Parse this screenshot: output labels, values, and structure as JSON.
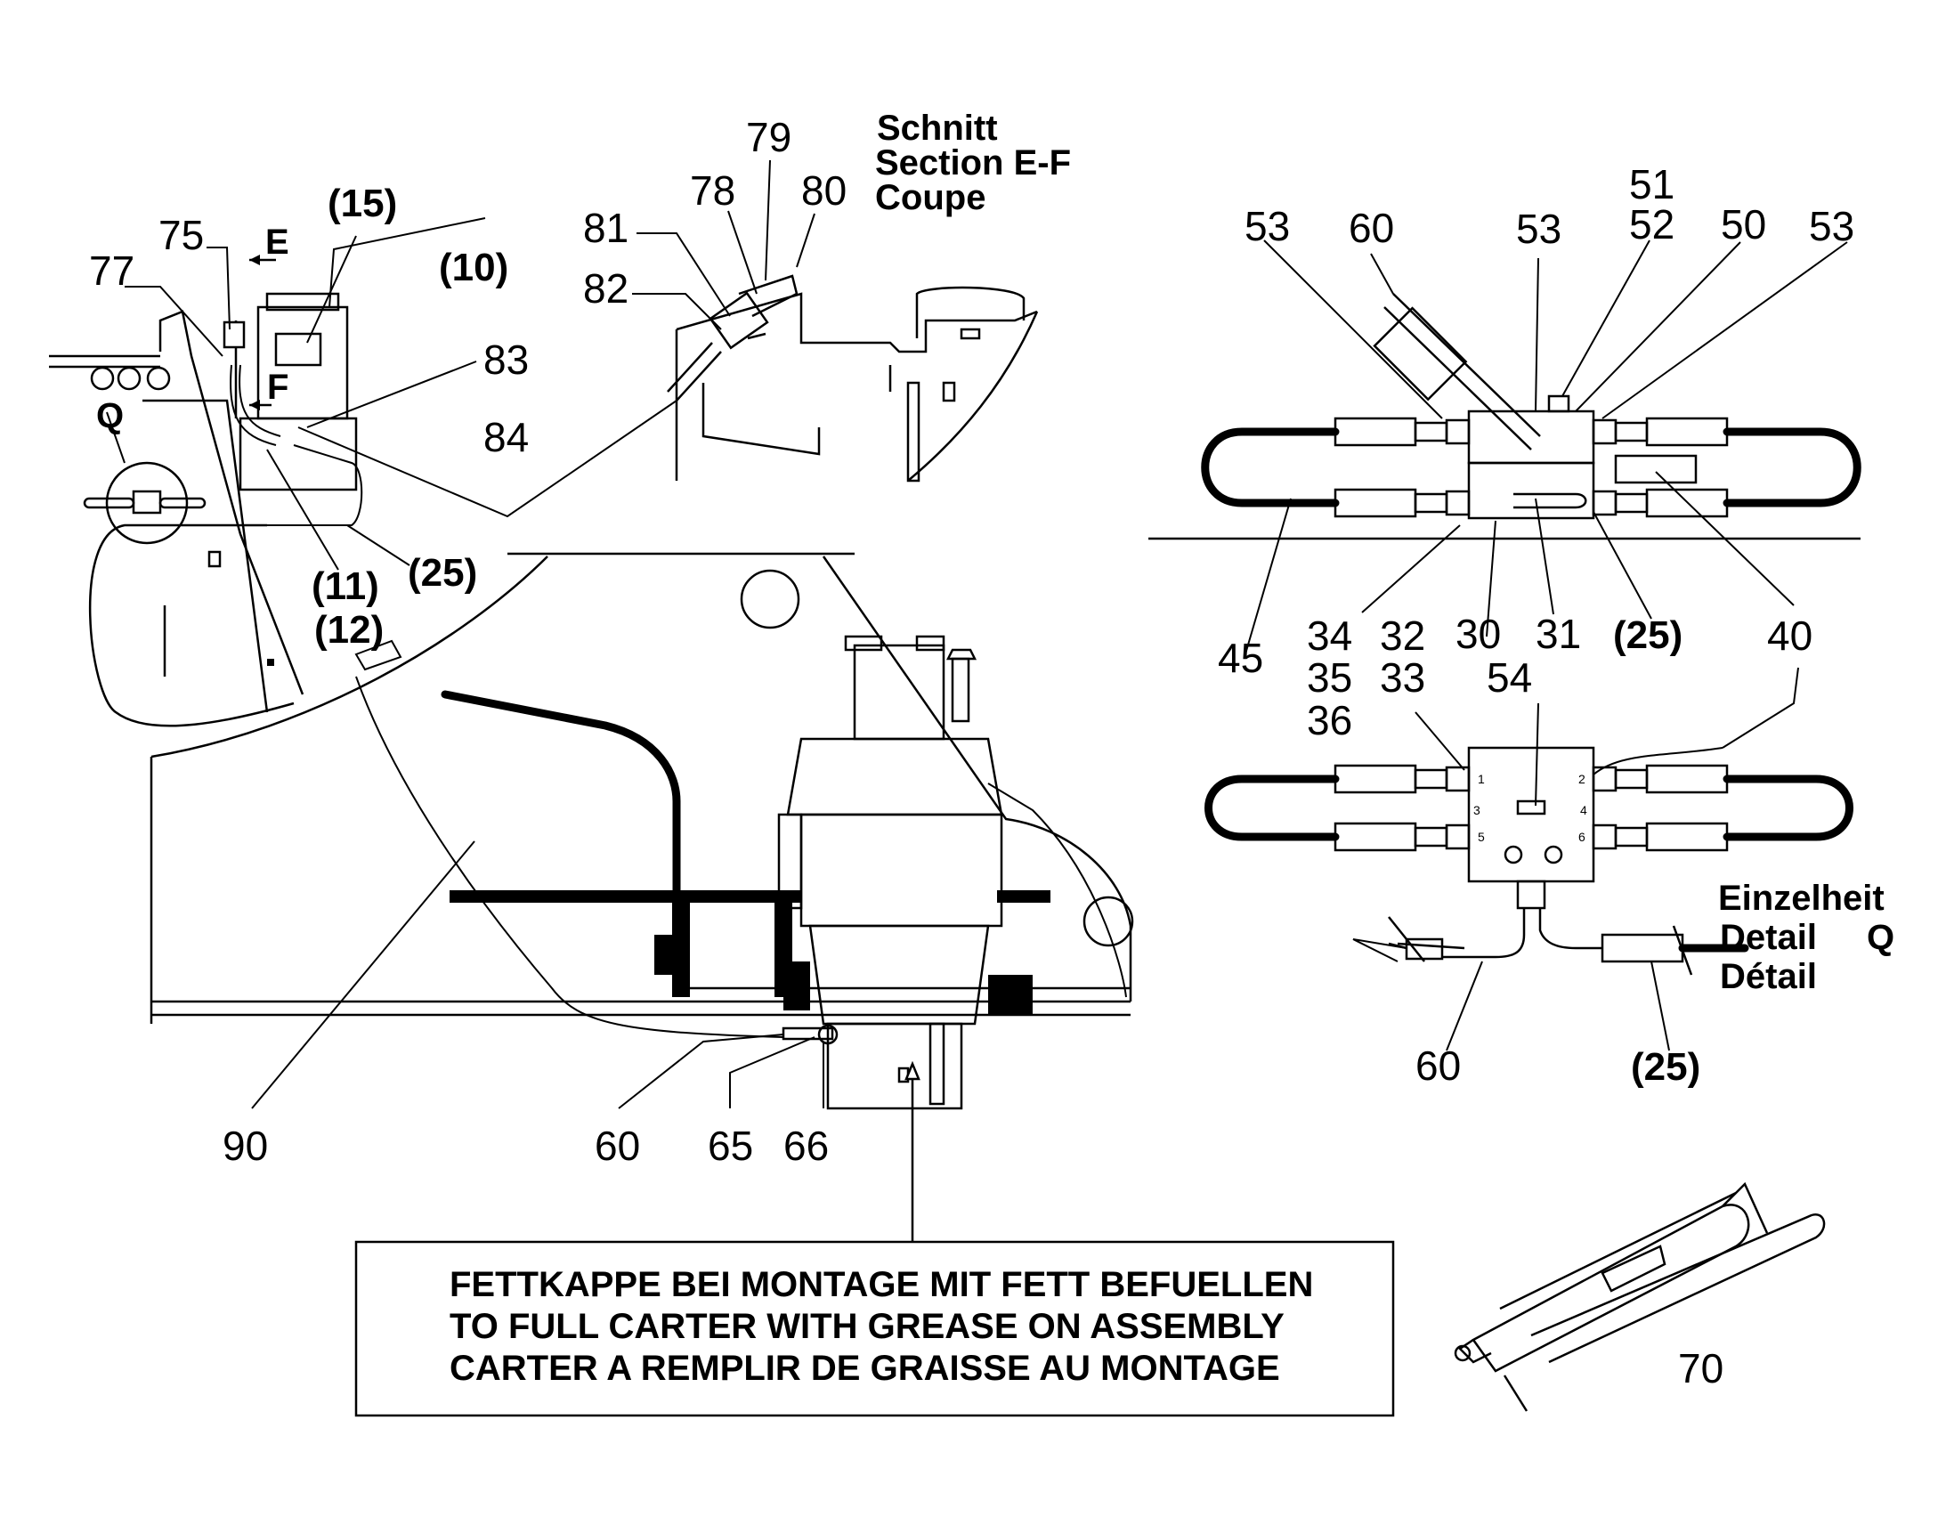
{
  "section_title": [
    "Schnitt",
    "Section E-F",
    "Coupe"
  ],
  "detail_title": [
    "Einzelheit",
    "Detail",
    "Q",
    "Détail"
  ],
  "markers": {
    "E": "E",
    "F": "F",
    "Q": "Q"
  },
  "note_lines": [
    "FETTKAPPE BEI MONTAGE MIT FETT BEFUELLEN",
    "TO FULL CARTER WITH GREASE ON ASSEMBLY",
    "CARTER A REMPLIR DE GRAISSE AU MONTAGE"
  ],
  "callouts": {
    "c75": "75",
    "c77": "77",
    "c15": "(15)",
    "c10": "(10)",
    "c83": "83",
    "c84": "84",
    "c11": "(11)",
    "c12": "(12)",
    "c25a": "(25)",
    "c79": "79",
    "c78": "78",
    "c80": "80",
    "c81": "81",
    "c82": "82",
    "c53a": "53",
    "c60a": "60",
    "c53b": "53",
    "c51": "51",
    "c52": "52",
    "c50": "50",
    "c53c": "53",
    "c45": "45",
    "c34": "34",
    "c35": "35",
    "c36": "36",
    "c30": "30",
    "c31": "31",
    "c25b": "(25)",
    "c40": "40",
    "c32": "32",
    "c33": "33",
    "c54": "54",
    "c60b": "60",
    "c25c": "(25)",
    "c90": "90",
    "c60c": "60",
    "c65": "65",
    "c66": "66",
    "c70": "70"
  },
  "port_labels": {
    "p1": "1",
    "p2": "2",
    "p5": "5",
    "p6": "6",
    "p3": "3",
    "p4": "4"
  }
}
